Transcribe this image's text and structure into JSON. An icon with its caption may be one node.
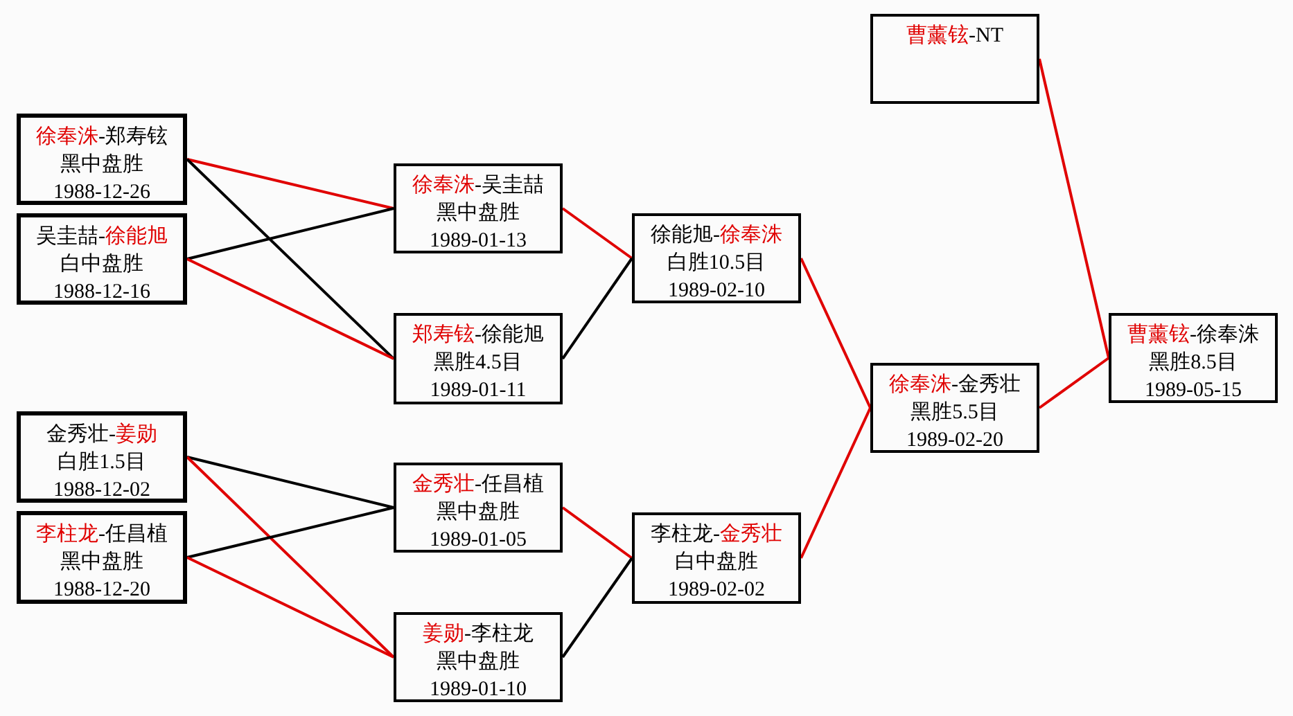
{
  "diagram": {
    "nodes": [
      {
        "text": [
          "徐奉洙-郑寿铉",
          "黑中盘胜",
          "1988-12-26"
        ]
      },
      {
        "text": [
          "吴圭喆-徐能旭",
          "白中盘胜",
          "1988-12-16"
        ]
      },
      {
        "text": [
          "金秀壮-姜勋",
          "白胜1.5目",
          "1988-12-02"
        ]
      },
      {
        "text": [
          "李柱龙-任昌植",
          "黑中盘胜",
          "1988-12-20"
        ]
      },
      {
        "text": [
          "徐奉洙-吴圭喆",
          "黑中盘胜",
          "1989-01-13"
        ]
      },
      {
        "text": [
          "郑寿铉-徐能旭",
          "黑胜4.5目",
          "1989-01-11"
        ]
      },
      {
        "text": [
          "金秀壮-任昌植",
          "黑中盘胜",
          "1989-01-05"
        ]
      },
      {
        "text": [
          "姜勋-李柱龙",
          "黑中盘胜",
          "1989-01-10"
        ]
      },
      {
        "text": [
          "徐能旭-徐奉洙",
          "白胜10.5目",
          "1989-02-10"
        ]
      },
      {
        "text": [
          "李柱龙-金秀壮",
          "白中盘胜",
          "1989-02-02"
        ]
      },
      {
        "text": [
          "曹薰铉-NT"
        ]
      },
      {
        "text": [
          "徐奉洙-金秀壮",
          "黑胜5.5目",
          "1989-02-20"
        ]
      },
      {
        "text": [
          "曹薰铉-徐奉洙",
          "黑胜8.5目",
          "1989-05-15"
        ]
      }
    ],
    "edges": [
      {
        "from": 0,
        "to": 4,
        "arrow": "none"
      },
      {
        "from": 0,
        "to": 5,
        "arrow": "none",
        "color": "#000000"
      },
      {
        "from": 1,
        "to": 4,
        "arrow": "none",
        "color": "#000000"
      },
      {
        "from": 1,
        "to": 5,
        "arrow": "none"
      },
      {
        "from": 2,
        "to": 6,
        "arrow": "none",
        "color": "#000000"
      },
      {
        "from": 2,
        "to": 7,
        "arrow": "none"
      },
      {
        "from": 3,
        "to": 6,
        "arrow": "none",
        "color": "#000000"
      },
      {
        "from": 3,
        "to": 7,
        "arrow": "none"
      },
      {
        "from": 4,
        "to": 8,
        "arrow": "none"
      },
      {
        "from": 5,
        "to": 8,
        "arrow": "none",
        "color": "#000000"
      },
      {
        "from": 6,
        "to": 9,
        "arrow": "none"
      },
      {
        "from": 7,
        "to": 9,
        "arrow": "none",
        "color": "#000000"
      },
      {
        "from": 8,
        "to": 11,
        "arrow": "none"
      },
      {
        "from": 9,
        "to": 11,
        "arrow": "none"
      },
      {
        "from": 10,
        "to": 12,
        "arrow": "none"
      },
      {
        "from": 11,
        "to": 12,
        "arrow": "none"
      }
    ]
  }
}
